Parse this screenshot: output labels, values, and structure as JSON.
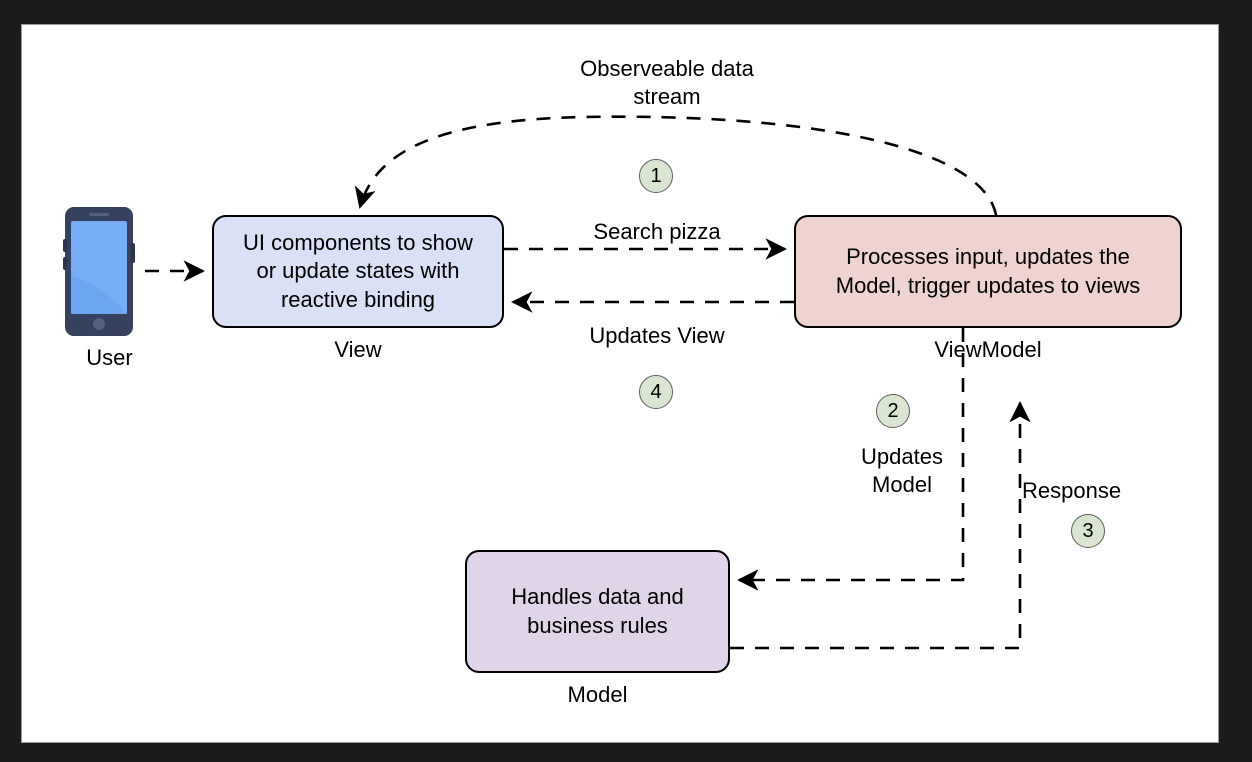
{
  "diagram": {
    "title": "MVVM architecture flow",
    "background_color": "#1b1b1d",
    "canvas_color": "#ffffff"
  },
  "actor": {
    "icon": "smartphone-icon",
    "label": "User",
    "body_color": "#36415e",
    "screen_color": "#77aef5"
  },
  "nodes": [
    {
      "id": "view",
      "text": "UI components to show\nor update states with\nreactive binding",
      "caption": "View",
      "fill": "#dae0f5"
    },
    {
      "id": "viewmodel",
      "text": "Processes input, updates the\nModel, trigger updates to views",
      "caption": "ViewModel",
      "fill": "#eed3d0"
    },
    {
      "id": "model",
      "text": "Handles data and\nbusiness rules",
      "caption": "Model",
      "fill": "#dfd4e8"
    }
  ],
  "edges": [
    {
      "id": "user-to-view",
      "label": "",
      "step": ""
    },
    {
      "id": "observable-stream",
      "label": "Observeable data\nstream",
      "step": "1"
    },
    {
      "id": "view-to-viewmodel",
      "label": "Search pizza",
      "step": ""
    },
    {
      "id": "viewmodel-to-view",
      "label": "Updates View",
      "step": "4"
    },
    {
      "id": "viewmodel-to-model",
      "label": "Updates\nModel",
      "step": "2"
    },
    {
      "id": "model-to-viewmodel",
      "label": "Response",
      "step": "3"
    }
  ],
  "labels": {
    "observable": "Observeable data\nstream",
    "search": "Search pizza",
    "updates_view": "Updates View",
    "updates_model": "Updates\nModel",
    "response": "Response"
  },
  "steps": {
    "one": "1",
    "two": "2",
    "three": "3",
    "four": "4",
    "fill": "#d9e5d0"
  },
  "captions": {
    "view": "View",
    "viewmodel": "ViewModel",
    "model": "Model",
    "user": "User"
  },
  "node_text": {
    "view": "UI components to show\nor update states with\nreactive binding",
    "viewmodel": "Processes input, updates the\nModel, trigger updates to views",
    "model": "Handles data and\nbusiness rules"
  }
}
